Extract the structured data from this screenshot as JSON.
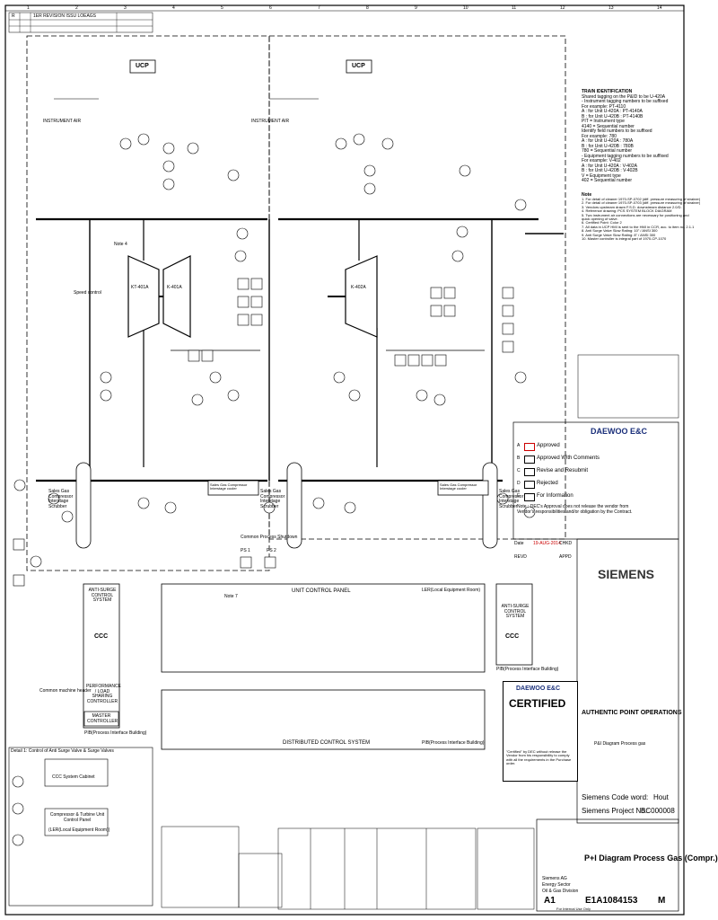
{
  "instrument_air": {
    "label": "INSTRUMENT AIR"
  },
  "drawing": {
    "ucp_label": "UCP",
    "unit_control_panel": "UNIT CONTROL PANEL",
    "distributed_control_system": "DISTRIBUTED CONTROL SYSTEM",
    "ccc_left": "CCC",
    "ccc_right": "CCC",
    "antisurge_left": "ANTI-SURGE CONTROL SYSTEM",
    "antisurge_right": "ANTI-SURGE CONTROL SYSTEM",
    "performance_controller": "PERFORMANCE / LOAD SHARING CONTROLLER",
    "master_controller": "MASTER CONTROLLER",
    "common_process_shutdown": "Common Process Shutdown",
    "pib_left": "PIB(Process Interface Building)",
    "pib_right": "PIB(Process Interface Building)",
    "pib_dcs": "PIB(Process Interface Building)",
    "ler": "LER(Local Equipment Room)",
    "turbine": "KT-401A",
    "compressor_1st": "K-401A",
    "compressor_2nd": "K-402A",
    "scrubber_left": "Sales Gas Compressor Interstage Scrubber",
    "scrubber_mid": "Sales Gas Compressor Interstage Scrubber",
    "scrubber_right": "Sales Gas Compressor Interstage Scrubber",
    "cooler_left": "Sales Gas Compressor Interstage cooler",
    "cooler_right": "Sales Gas Compressor Interstage cooler",
    "note_4": "Note 4",
    "note_7": "Note 7",
    "ps1": "PS 1",
    "ps2": "PS 2",
    "common_machine_header": "Common machine header",
    "antisurge_controller_note": "Detail 1: Control of Anti Surge Valve & Surge Valves",
    "ccc_system_cabinet": "CCC System Cabinet",
    "compressor_turbine_ucp": "Compressor & Turbine Unit Control Panel",
    "ler_small": "(LER(Local Equipment Room))",
    "speed_control": "Speed control"
  },
  "notes_panel": {
    "title": "TRAIN IDENTIFICATION",
    "lines": [
      "Shared tagging on the P&ID to be U-420A",
      "- Instrument tagging numbers to be suffixed",
      "For example: PT-4110",
      "A : for Unit U-420A : PT-4140A",
      "B : for Unit U-420B : PT-4140B",
      "PIT = Instrument type",
      "4140 = Sequential number",
      "Identify field numbers to be suffixed",
      "For example: 780",
      "A : for Unit U-420A : 780A",
      "B : for Unit U-420B : 780B",
      "780 = Sequential number",
      "- Equipment tagging numbers to be suffixed",
      "For example: V-402",
      "A : for Unit U-420A : V-402A",
      "B : for Unit U-420B : V-402B",
      "V = Equipment type",
      "402 = Sequential number"
    ],
    "notes_title": "Note",
    "notes": [
      "1. For detail of cleaner 1970-SP-0702 (diff. pressure measuring of strainer)",
      "2. For detail of cleaner 1970-SP-0703 (diff. pressure measuring of strainer)",
      "3. Vendors upstream drawn F.S.D. downstream distance 2.0/D.",
      "4. Reference drawing: PCS SYSTEM BLOCK DIAGRAM",
      "5. Two instrument air connections are necessary for positioning and",
      "   quick opening of valve.",
      "6. Certified Point: Color 2",
      "7. All data in UCP HMI is sent to the HMI in CCR, acc. to item no. 2.1.1",
      "8. Anti Surge Valve Slow Rating: 10\" / ANSI 300",
      "9. Anti Surge Valve Slow Rating: 8\" / ANSI 300",
      "10. Master controller is integral part of 1970-CP-1070"
    ]
  },
  "daewoo": {
    "logo": "DAEWOO E&C",
    "options": [
      {
        "code": "A",
        "text": "Approved"
      },
      {
        "code": "B",
        "text": "Approved With Comments"
      },
      {
        "code": "C",
        "text": "Revise and Resubmit"
      },
      {
        "code": "D",
        "text": "Rejected"
      },
      {
        "code": "E",
        "text": "For Information"
      }
    ],
    "note": "Note : DEC's Approval does not release the vendor from Vendor's responsibilities and/or obligation by the Contract.",
    "date_label": "Date",
    "date_value": "19-AUG-2014",
    "chkd_label": "CHKD",
    "revd_label": "REVD",
    "appd_label": "APPD",
    "certified_logo": "DAEWOO E&C",
    "certified": "CERTIFIED",
    "certified_note": "\"Certified\" by DEC without release the Vendor from his responsibility to comply with all the requirements in the Purchase order."
  },
  "title_block": {
    "siemens": "SIEMENS",
    "authentic": "AUTHENTIC POINT OPERATIONS",
    "drawing_desc": "P&I Diagram Process gas",
    "code_word_label": "Siemens Code word:",
    "code_word_value": "Hout",
    "project_label": "Siemens Project No.:",
    "project_value": "BC000008",
    "big_title": "P+I Diagram Process Gas (Compr.)",
    "company": "Siemens AG",
    "sector": "Energy Sector",
    "division": "Oil & Gas Division",
    "size": "A1",
    "number": "E1A1084153",
    "sheet": "M",
    "internal": "For Internal Use Only"
  },
  "revision": {
    "rev": "R",
    "desc": "1ER REVISION ISSU LOEAGS"
  },
  "column_labels": [
    "1",
    "2",
    "3",
    "4",
    "5",
    "6",
    "7",
    "8",
    "9",
    "10",
    "11",
    "12",
    "13",
    "14"
  ]
}
